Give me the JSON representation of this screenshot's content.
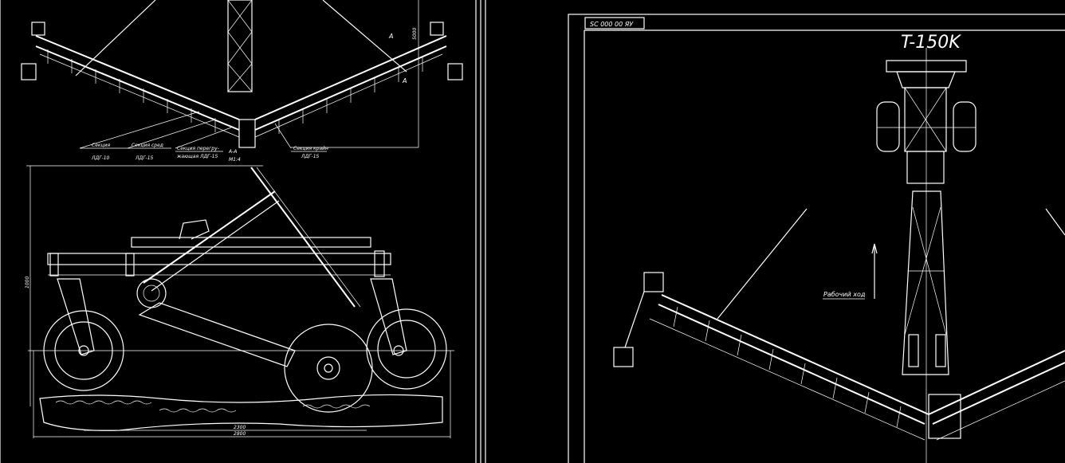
{
  "drawing": {
    "title": "T-150K",
    "stamp": "SC 000 00 ЯУ",
    "work_direction": "Рабочий ход",
    "labels": {
      "section1": "Секция",
      "section1_code": "ЛДГ-10",
      "section2": "Секция сред",
      "section2_code": "ЛДГ-15",
      "section3": "Секция перегру-",
      "section3_b": "жающая ЛДГ-15",
      "section_aa": "А-А",
      "section_aa_scale": "М1:4",
      "section4": "Секция крайн",
      "section4_code": "ЛДГ-15",
      "cut_a1": "А",
      "cut_a2": "А"
    },
    "dimensions": {
      "width_outer": "2800",
      "width_inner": "2300",
      "height": "1000",
      "side_dim": "5000"
    }
  }
}
